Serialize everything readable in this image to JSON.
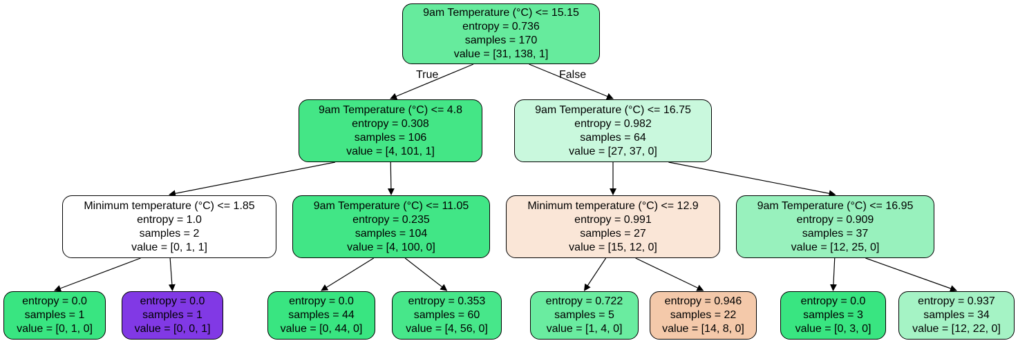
{
  "tree": {
    "nodes": [
      {
        "id": "n0",
        "lines": [
          "9am Temperature (°C) <= 15.15",
          "entropy = 0.736",
          "samples = 170",
          "value = [31, 138, 1]"
        ],
        "fill": "#66eb9d"
      },
      {
        "id": "n1",
        "lines": [
          "9am Temperature (°C) <= 4.8",
          "entropy = 0.308",
          "samples = 106",
          "value = [4, 101, 1]"
        ],
        "fill": "#44e686"
      },
      {
        "id": "n2",
        "lines": [
          "Minimum temperature (°C) <= 1.85",
          "entropy = 1.0",
          "samples = 2",
          "value = [0, 1, 1]"
        ],
        "fill": "#ffffff"
      },
      {
        "id": "n3",
        "lines": [
          "entropy = 0.0",
          "samples = 1",
          "value = [0, 1, 0]"
        ],
        "fill": "#39e581"
      },
      {
        "id": "n4",
        "lines": [
          "entropy = 0.0",
          "samples = 1",
          "value = [0, 0, 1]"
        ],
        "fill": "#8139e5"
      },
      {
        "id": "n5",
        "lines": [
          "9am Temperature (°C) <= 11.05",
          "entropy = 0.235",
          "samples = 104",
          "value = [4, 100, 0]"
        ],
        "fill": "#41e686"
      },
      {
        "id": "n6",
        "lines": [
          "entropy = 0.0",
          "samples = 44",
          "value = [0, 44, 0]"
        ],
        "fill": "#39e581"
      },
      {
        "id": "n7",
        "lines": [
          "entropy = 0.353",
          "samples = 60",
          "value = [4, 56, 0]"
        ],
        "fill": "#47e78a"
      },
      {
        "id": "n8",
        "lines": [
          "9am Temperature (°C) <= 16.75",
          "entropy = 0.982",
          "samples = 64",
          "value = [27, 37, 0]"
        ],
        "fill": "#c9f8dd"
      },
      {
        "id": "n9",
        "lines": [
          "Minimum temperature (°C) <= 12.9",
          "entropy = 0.991",
          "samples = 27",
          "value = [15, 12, 0]"
        ],
        "fill": "#fae6d7"
      },
      {
        "id": "n10",
        "lines": [
          "entropy = 0.722",
          "samples = 5",
          "value = [1, 4, 0]"
        ],
        "fill": "#6aeca0"
      },
      {
        "id": "n11",
        "lines": [
          "entropy = 0.946",
          "samples = 22",
          "value = [14, 8, 0]"
        ],
        "fill": "#f4c9aa"
      },
      {
        "id": "n12",
        "lines": [
          "9am Temperature (°C) <= 16.95",
          "entropy = 0.909",
          "samples = 37",
          "value = [12, 25, 0]"
        ],
        "fill": "#98f1bd"
      },
      {
        "id": "n13",
        "lines": [
          "entropy = 0.0",
          "samples = 3",
          "value = [0, 3, 0]"
        ],
        "fill": "#39e581"
      },
      {
        "id": "n14",
        "lines": [
          "entropy = 0.937",
          "samples = 34",
          "value = [12, 22, 0]"
        ],
        "fill": "#a5f3c5"
      }
    ],
    "edges": [
      {
        "from": "n0",
        "to": "n1",
        "label": "True"
      },
      {
        "from": "n0",
        "to": "n8",
        "label": "False"
      },
      {
        "from": "n1",
        "to": "n2"
      },
      {
        "from": "n1",
        "to": "n5"
      },
      {
        "from": "n2",
        "to": "n3"
      },
      {
        "from": "n2",
        "to": "n4"
      },
      {
        "from": "n5",
        "to": "n6"
      },
      {
        "from": "n5",
        "to": "n7"
      },
      {
        "from": "n8",
        "to": "n9"
      },
      {
        "from": "n8",
        "to": "n12"
      },
      {
        "from": "n9",
        "to": "n10"
      },
      {
        "from": "n9",
        "to": "n11"
      },
      {
        "from": "n12",
        "to": "n13"
      },
      {
        "from": "n12",
        "to": "n14"
      }
    ]
  }
}
